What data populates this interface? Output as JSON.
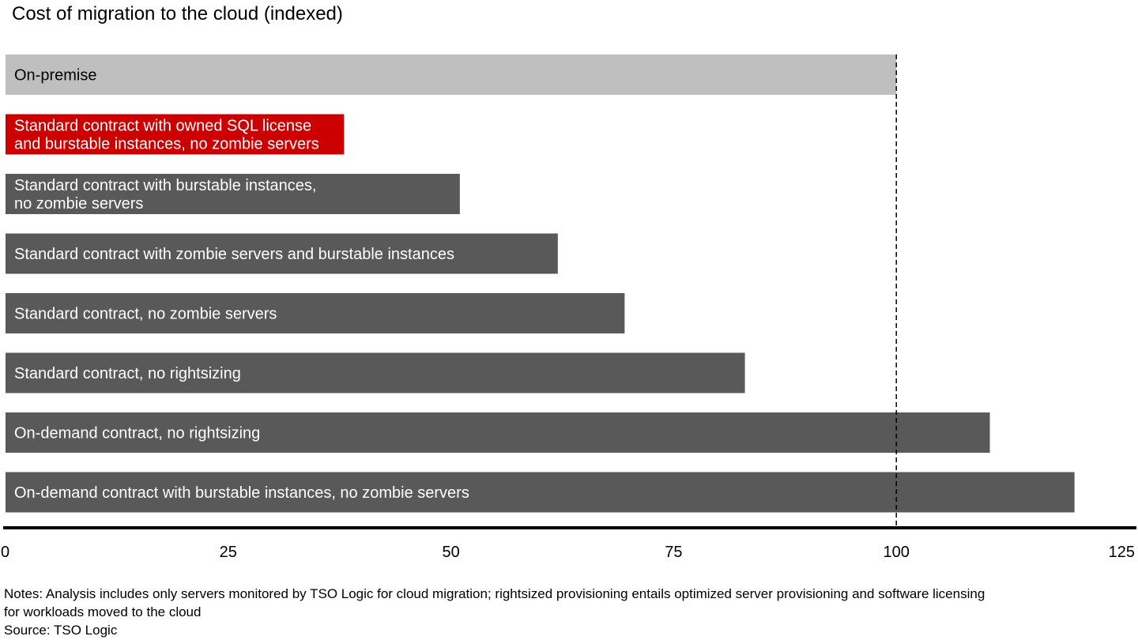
{
  "chart_data": {
    "type": "bar",
    "orientation": "horizontal",
    "title": "Cost of migration to the cloud (indexed)",
    "categories": [
      [
        "On-premise"
      ],
      [
        "Standard contract with owned SQL license",
        "and burstable instances, no zombie servers"
      ],
      [
        "Standard contract with burstable instances,",
        "no zombie servers"
      ],
      [
        "Standard contract with zombie servers and burstable instances"
      ],
      [
        "Standard contract, no zombie servers"
      ],
      [
        "Standard contract, no rightsizing"
      ],
      [
        "On-demand contract, no rightsizing"
      ],
      [
        "On-demand contract with burstable instances, no zombie servers"
      ]
    ],
    "values": [
      100,
      38,
      51,
      62,
      69.5,
      83,
      110.5,
      120
    ],
    "bar_colors": [
      "#bfbfbf",
      "#cc0000",
      "#595959",
      "#595959",
      "#595959",
      "#595959",
      "#595959",
      "#595959"
    ],
    "label_colors": [
      "#000000",
      "#ffffff",
      "#ffffff",
      "#ffffff",
      "#ffffff",
      "#ffffff",
      "#ffffff",
      "#ffffff"
    ],
    "xlim": [
      0,
      125
    ],
    "xticks": [
      0,
      25,
      50,
      75,
      100,
      125
    ],
    "reference_line": 100,
    "grid": false
  },
  "notes": {
    "line1": "Notes: Analysis includes only servers monitored by TSO Logic for cloud migration; rightsized provisioning entails optimized server provisioning and software licensing",
    "line2": "for workloads moved to the cloud",
    "source": "Source: TSO Logic"
  }
}
